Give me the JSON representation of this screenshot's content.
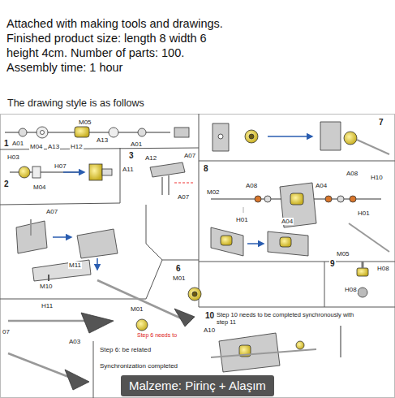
{
  "diagram": {
    "title": "Attached with making tools and drawings. Finished product size: length 8 width 6 height 4cm. Number of parts: 100. Assembly time: 1 hour",
    "caption": "Malzeme: Pirinç + Alaşım",
    "labels": [
      "The drawing style is as follows",
      "M05",
      "1",
      "A01",
      "M04",
      "A13",
      "H12",
      "A13",
      "A01",
      "7",
      "H03",
      "H07",
      "M04",
      "2",
      "3",
      "A12",
      "A07",
      "A11",
      "A07",
      "8",
      "A08",
      "A04",
      "A08",
      "H10",
      "M02",
      "H01",
      "A04",
      "H01",
      "A07",
      "M11",
      "M10",
      "6",
      "M01",
      "9",
      "M05",
      "H08",
      "H08",
      "H11",
      "07",
      "A03",
      "M01",
      "A10",
      "Step 6 needs to",
      "Step 6: be related",
      "Synchronization completed",
      "10",
      "Step 10 needs to be completed synchronously with step 11"
    ]
  }
}
